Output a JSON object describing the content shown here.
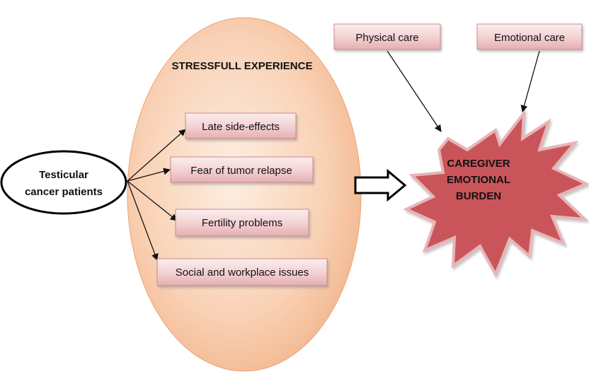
{
  "patients": {
    "line1": "Testicular",
    "line2": "cancer patients"
  },
  "experience": {
    "title": "STRESSFULL EXPERIENCE",
    "items": [
      "Late side-effects",
      "Fear of tumor relapse",
      "Fertility problems",
      "Social and workplace issues"
    ]
  },
  "care": {
    "physical": "Physical care",
    "emotional": "Emotional care"
  },
  "burden": {
    "line1": "CAREGIVER",
    "line2": "EMOTIONAL",
    "line3": "BURDEN"
  },
  "colors": {
    "box_fill_top": "#fbe9ea",
    "box_fill_bottom": "#e8b9bb",
    "box_border": "#c98a8e",
    "ellipse_light": "#fde6d4",
    "ellipse_dark": "#f4b88e",
    "star_fill": "#c9555a",
    "star_border": "#e5b3b5"
  }
}
